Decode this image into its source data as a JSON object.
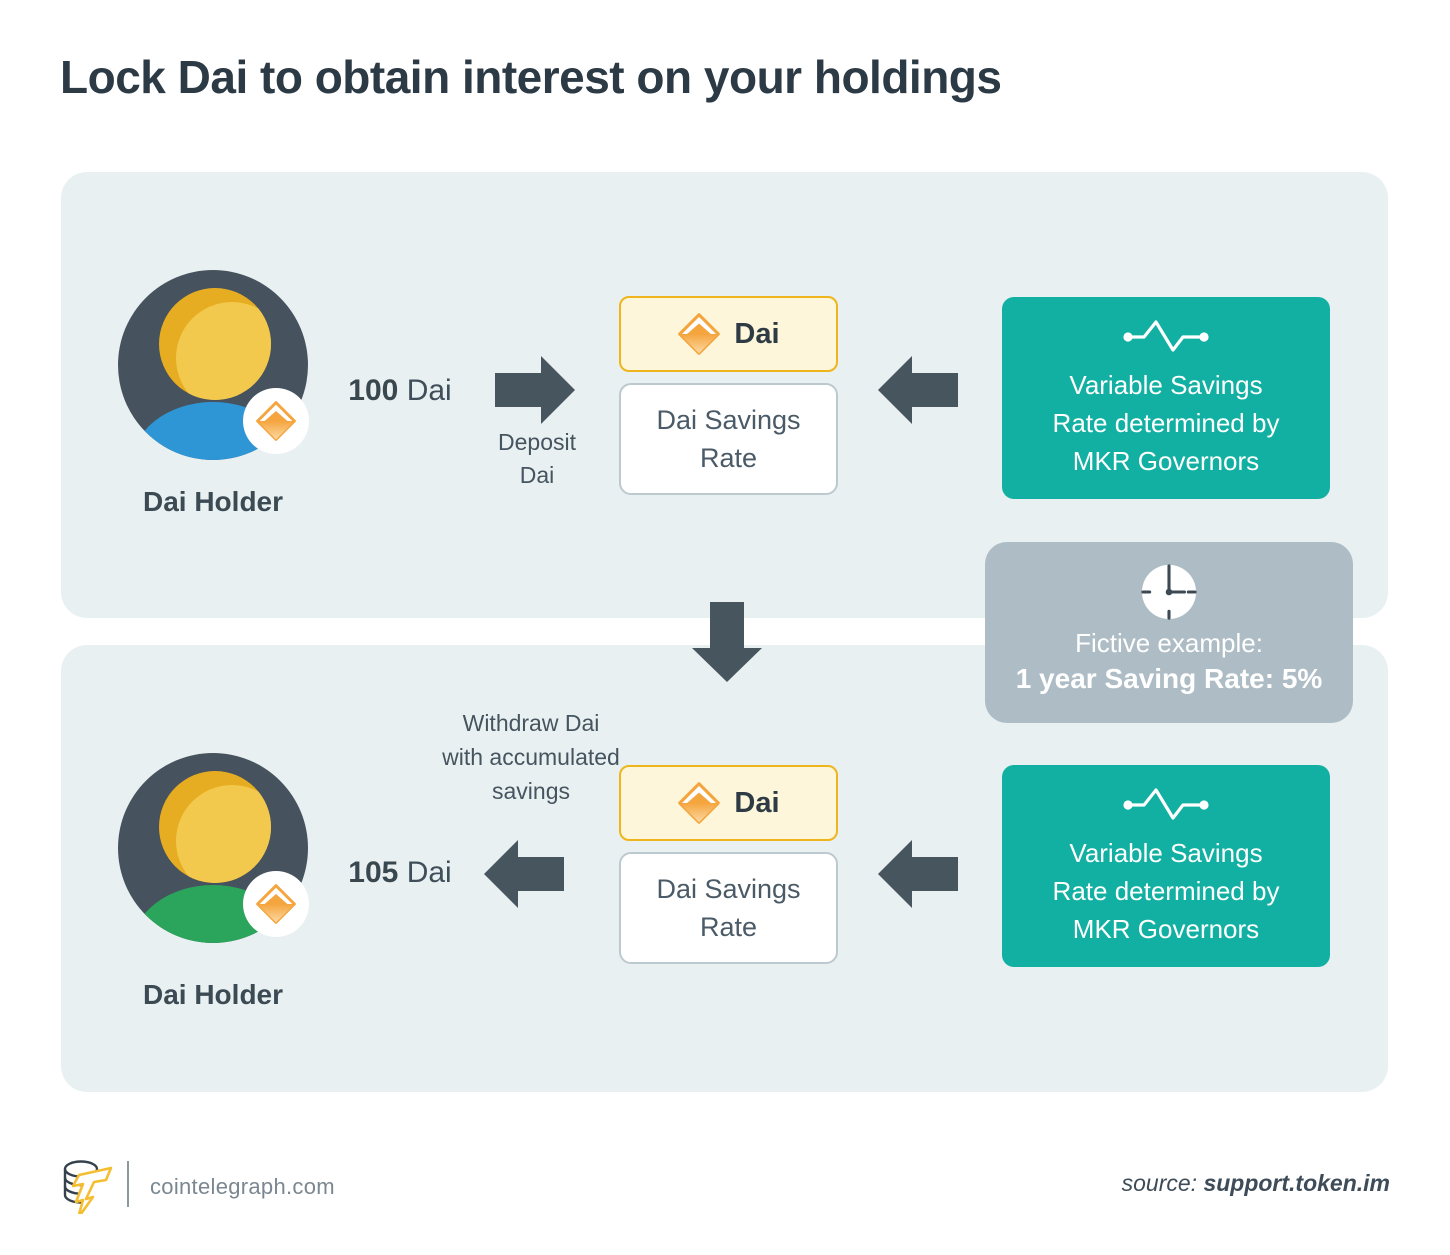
{
  "title": "Lock Dai to obtain interest on your holdings",
  "colors": {
    "teal": "#11b0a2",
    "slate_arrow": "#47555f",
    "panel_bg": "#e9f0f2",
    "gold_border": "#efb51d",
    "gold_fill": "#fdf6db",
    "gray_box": "#aebdc5",
    "dai_orange": "#f5a43d",
    "avatar_blue": "#2f96d6",
    "avatar_green": "#2ba45c"
  },
  "top_flow": {
    "holder_label": "Dai Holder",
    "amount": "100",
    "amount_unit": "Dai",
    "arrow_label_lines": [
      "Deposit",
      "Dai"
    ],
    "token_label": "Dai",
    "dsr_lines": [
      "Dai Savings",
      "Rate"
    ],
    "governor_lines": [
      "Variable Savings",
      "Rate determined by",
      "MKR Governors"
    ]
  },
  "example_box": {
    "line1": "Fictive example:",
    "line2": "1 year Saving Rate: 5%"
  },
  "bottom_flow": {
    "holder_label": "Dai Holder",
    "amount": "105",
    "amount_unit": "Dai",
    "arrow_label_lines": [
      "Withdraw Dai",
      "with accumulated",
      "savings"
    ],
    "token_label": "Dai",
    "dsr_lines": [
      "Dai Savings",
      "Rate"
    ],
    "governor_lines": [
      "Variable Savings",
      "Rate determined by",
      "MKR Governors"
    ]
  },
  "footer": {
    "site": "cointelegraph.com",
    "source_prefix": "source:",
    "source_value": "support.token.im"
  }
}
